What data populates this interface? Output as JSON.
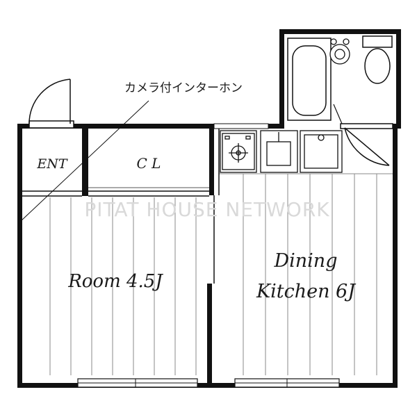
{
  "rooms": {
    "entrance": "ENT",
    "closet": "C L",
    "room": "Room 4.5J",
    "dining_line1": "Dining",
    "dining_line2": "Kitchen 6J"
  },
  "annotation": "カメラ付インターホン",
  "watermark": "PITAT HOUSE NETWORK",
  "colors": {
    "wall": "#111111",
    "line": "#888888",
    "background": "#ffffff"
  }
}
